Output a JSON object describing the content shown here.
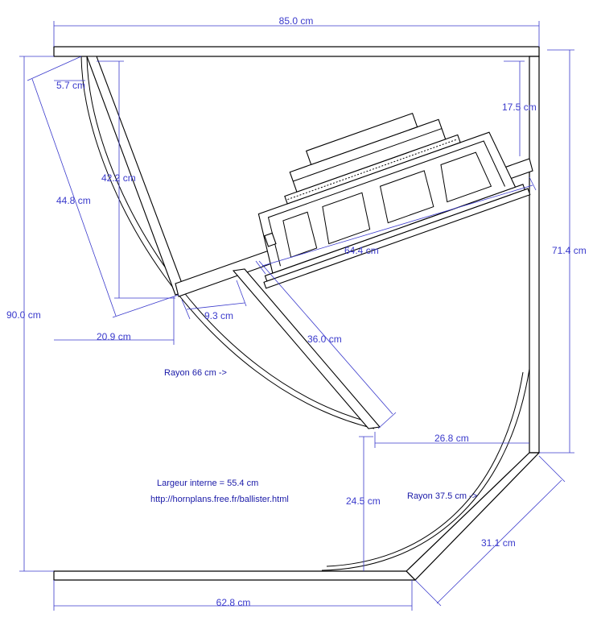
{
  "colors": {
    "dimension": "#3a3acc",
    "note": "#1a1aa8",
    "outline": "#000000"
  },
  "dimensions": {
    "width_top": "85.0 cm",
    "height_left": "90.0 cm",
    "height_right": "71.4 cm",
    "width_bottom": "62.8 cm",
    "corner_diagonal": "31.1 cm",
    "top_small": "5.7 cm",
    "panel_length": "44.8 cm",
    "throat_height": "42.2 cm",
    "throat_width": "20.9 cm",
    "throat_gap": "9.3 cm",
    "baffle_length": "64.4 cm",
    "driver_depth": "17.5 cm",
    "divider_length": "36.0 cm",
    "divider_right": "26.8 cm",
    "divider_bottom": "24.5 cm"
  },
  "notes": {
    "radius_large": "Rayon 66 cm ->",
    "radius_small": "Rayon 37.5 cm ->",
    "internal_width": "Largeur interne = 55.4 cm",
    "url": "http://hornplans.free.fr/ballister.html"
  }
}
